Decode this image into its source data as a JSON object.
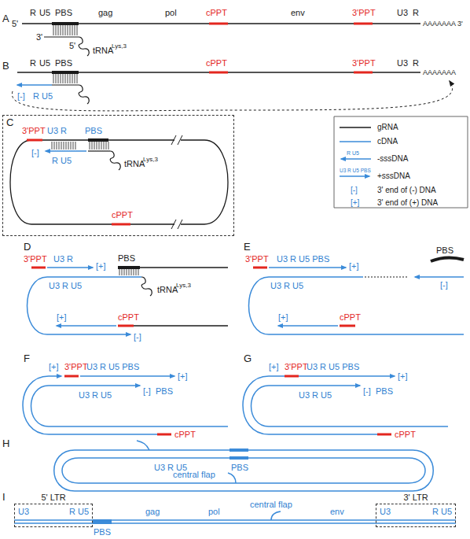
{
  "diagram": {
    "nodes": [
      {
        "text": [
          "C"
        ]
      },
      {
        "text": [
          "5' LTR",
          "U3",
          "R U5"
        ]
      },
      {
        "text": [
          "3' LTR",
          "U3",
          "R U5"
        ]
      }
    ],
    "labels": [
      "A",
      "5'",
      "R",
      "U5",
      "PBS",
      "gag",
      "pol",
      "cPPT",
      "env",
      "3'PPT",
      "U3",
      "R",
      "AAAAAAA 3'",
      "3'",
      "5'",
      "tRNA",
      "Lys,3",
      "B",
      "R",
      "U5",
      "PBS",
      "cPPT",
      "3'PPT",
      "U3",
      "R",
      "AAAAAAA",
      "[-]",
      "R U5",
      "3'PPT",
      "U3 R",
      "PBS",
      "[-]",
      "R U5",
      "tRNA",
      "Lys,3",
      "cPPT",
      "R U5",
      "U3 R U5 PBS",
      "[-]",
      "[+]",
      "D",
      "3'PPT",
      "U3 R",
      "[+]",
      "PBS",
      "U3 R U5",
      "tRNA",
      "Lys,3",
      "[+]",
      "cPPT",
      "[-]",
      "E",
      "3'PPT",
      "U3 R U5 PBS",
      "[+]",
      "PBS",
      "[-]",
      "U3 R U5",
      "[+]",
      "cPPT",
      "F",
      "[+]",
      "3'PPT",
      "U3 R U5 PBS",
      "[+]",
      "U3 R U5",
      "[-]",
      "PBS",
      "cPPT",
      "G",
      "[+]",
      "3'PPT",
      "U3 R U5 PBS",
      "[+]",
      "U3 R U5",
      "[-]",
      "PBS",
      "cPPT",
      "H",
      "PBS",
      "U3 R U5",
      "central flap",
      "I",
      "PBS",
      "gag",
      "pol",
      "central flap",
      "env"
    ],
    "legend": [
      {
        "text": "gRNA"
      },
      {
        "text": "cDNA"
      },
      {
        "text": "-sssDNA"
      },
      {
        "text": "+sssDNA"
      },
      {
        "text": "3' end of (-) DNA"
      },
      {
        "text": "3' end of (+) DNA"
      }
    ]
  }
}
